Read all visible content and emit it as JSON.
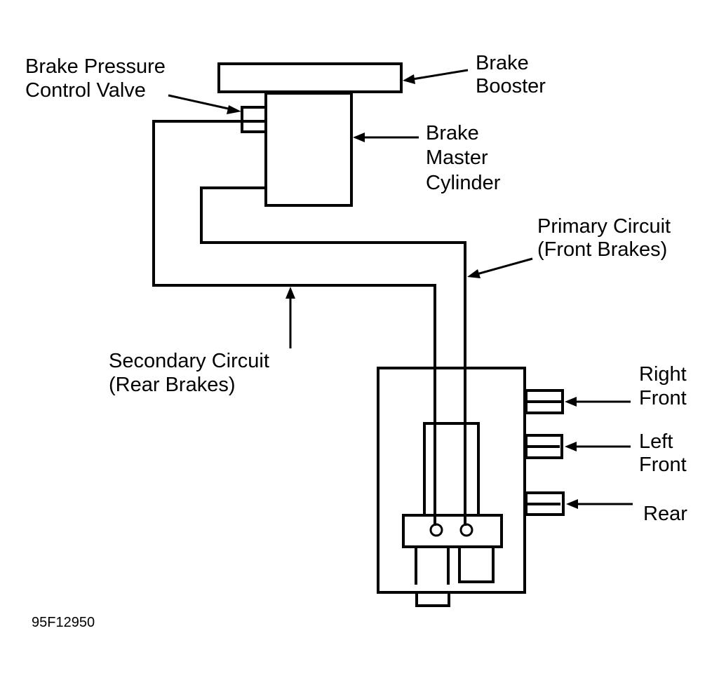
{
  "diagram": {
    "title": "Dual brake hydraulic system layout",
    "labels": {
      "pressure_valve": [
        "Brake Pressure",
        "Control Valve"
      ],
      "booster": [
        "Brake",
        "Booster"
      ],
      "master_cylinder": [
        "Brake",
        "Master",
        "Cylinder"
      ],
      "primary_circuit": [
        "Primary Circuit",
        "(Front Brakes)"
      ],
      "secondary_circuit": [
        "Secondary Circuit",
        "(Rear Brakes)"
      ],
      "right_front": [
        "Right",
        "Front"
      ],
      "left_front": [
        "Left",
        "Front"
      ],
      "rear": [
        "Rear"
      ]
    },
    "figure_code": "95F12950",
    "colors": {
      "line": "#000000",
      "background": "#ffffff"
    }
  }
}
